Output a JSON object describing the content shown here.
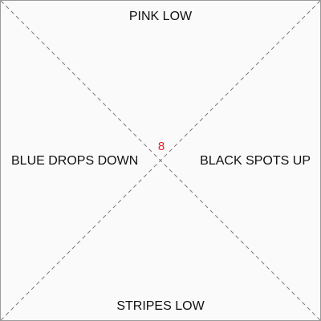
{
  "zones": {
    "top": {
      "label": "PINK LOW"
    },
    "left": {
      "label": "BLUE DROPS DOWN"
    },
    "right": {
      "label": "BLACK SPOTS UP"
    },
    "bottom": {
      "label": "STRIPES LOW"
    }
  },
  "center": {
    "number": "8",
    "color": "#e8202a"
  },
  "colors": {
    "background": "#fafafa",
    "border": "#9a9a9a",
    "divider": "#7a7a7a",
    "text": "#111111"
  }
}
